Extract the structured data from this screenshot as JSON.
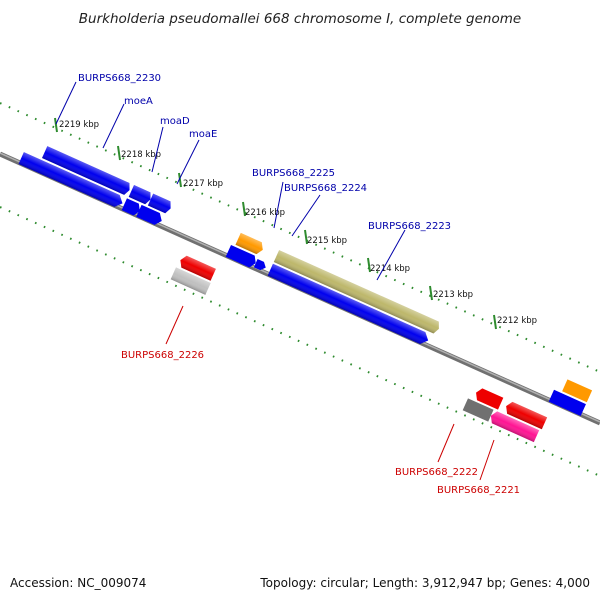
{
  "title": "Burkholderia pseudomallei 668 chromosome I, complete genome",
  "footer": {
    "accession": "Accession: NC_009074",
    "topology": "Topology: circular; Length: 3,912,947 bp; Genes: 4,000"
  },
  "ticks": [
    {
      "label": "2219 kbp"
    },
    {
      "label": "2218 kbp"
    },
    {
      "label": "2217 kbp"
    },
    {
      "label": "2216 kbp"
    },
    {
      "label": "2215 kbp"
    },
    {
      "label": "2214 kbp"
    },
    {
      "label": "2213 kbp"
    },
    {
      "label": "2212 kbp"
    }
  ],
  "gene_labels": {
    "forward": [
      "BURPS668_2230",
      "moeA",
      "moaD",
      "moaE",
      "BURPS668_2225",
      "BURPS668_2224",
      "BURPS668_2223"
    ],
    "reverse": [
      "BURPS668_2226",
      "BURPS668_2222",
      "BURPS668_2221"
    ]
  },
  "colors": {
    "backbone": "#808080",
    "blue_gene": "#0000ee",
    "orange_gene": "#ff9900",
    "olive_gene": "#bdb76b",
    "red_gene": "#ee0000",
    "gray_gene": "#c0c0c0",
    "darkgray_gene": "#707070",
    "pink_gene": "#ff1493",
    "forward_label": "#0000aa",
    "reverse_label": "#cc0000",
    "dots": "#2e8b2e"
  }
}
